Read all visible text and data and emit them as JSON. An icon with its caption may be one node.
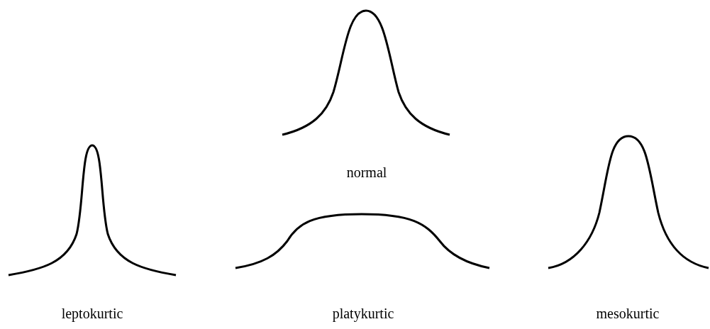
{
  "diagram": {
    "labels": [
      "normal",
      "leptokurtic",
      "platykurtic",
      "mesokurtic"
    ]
  }
}
